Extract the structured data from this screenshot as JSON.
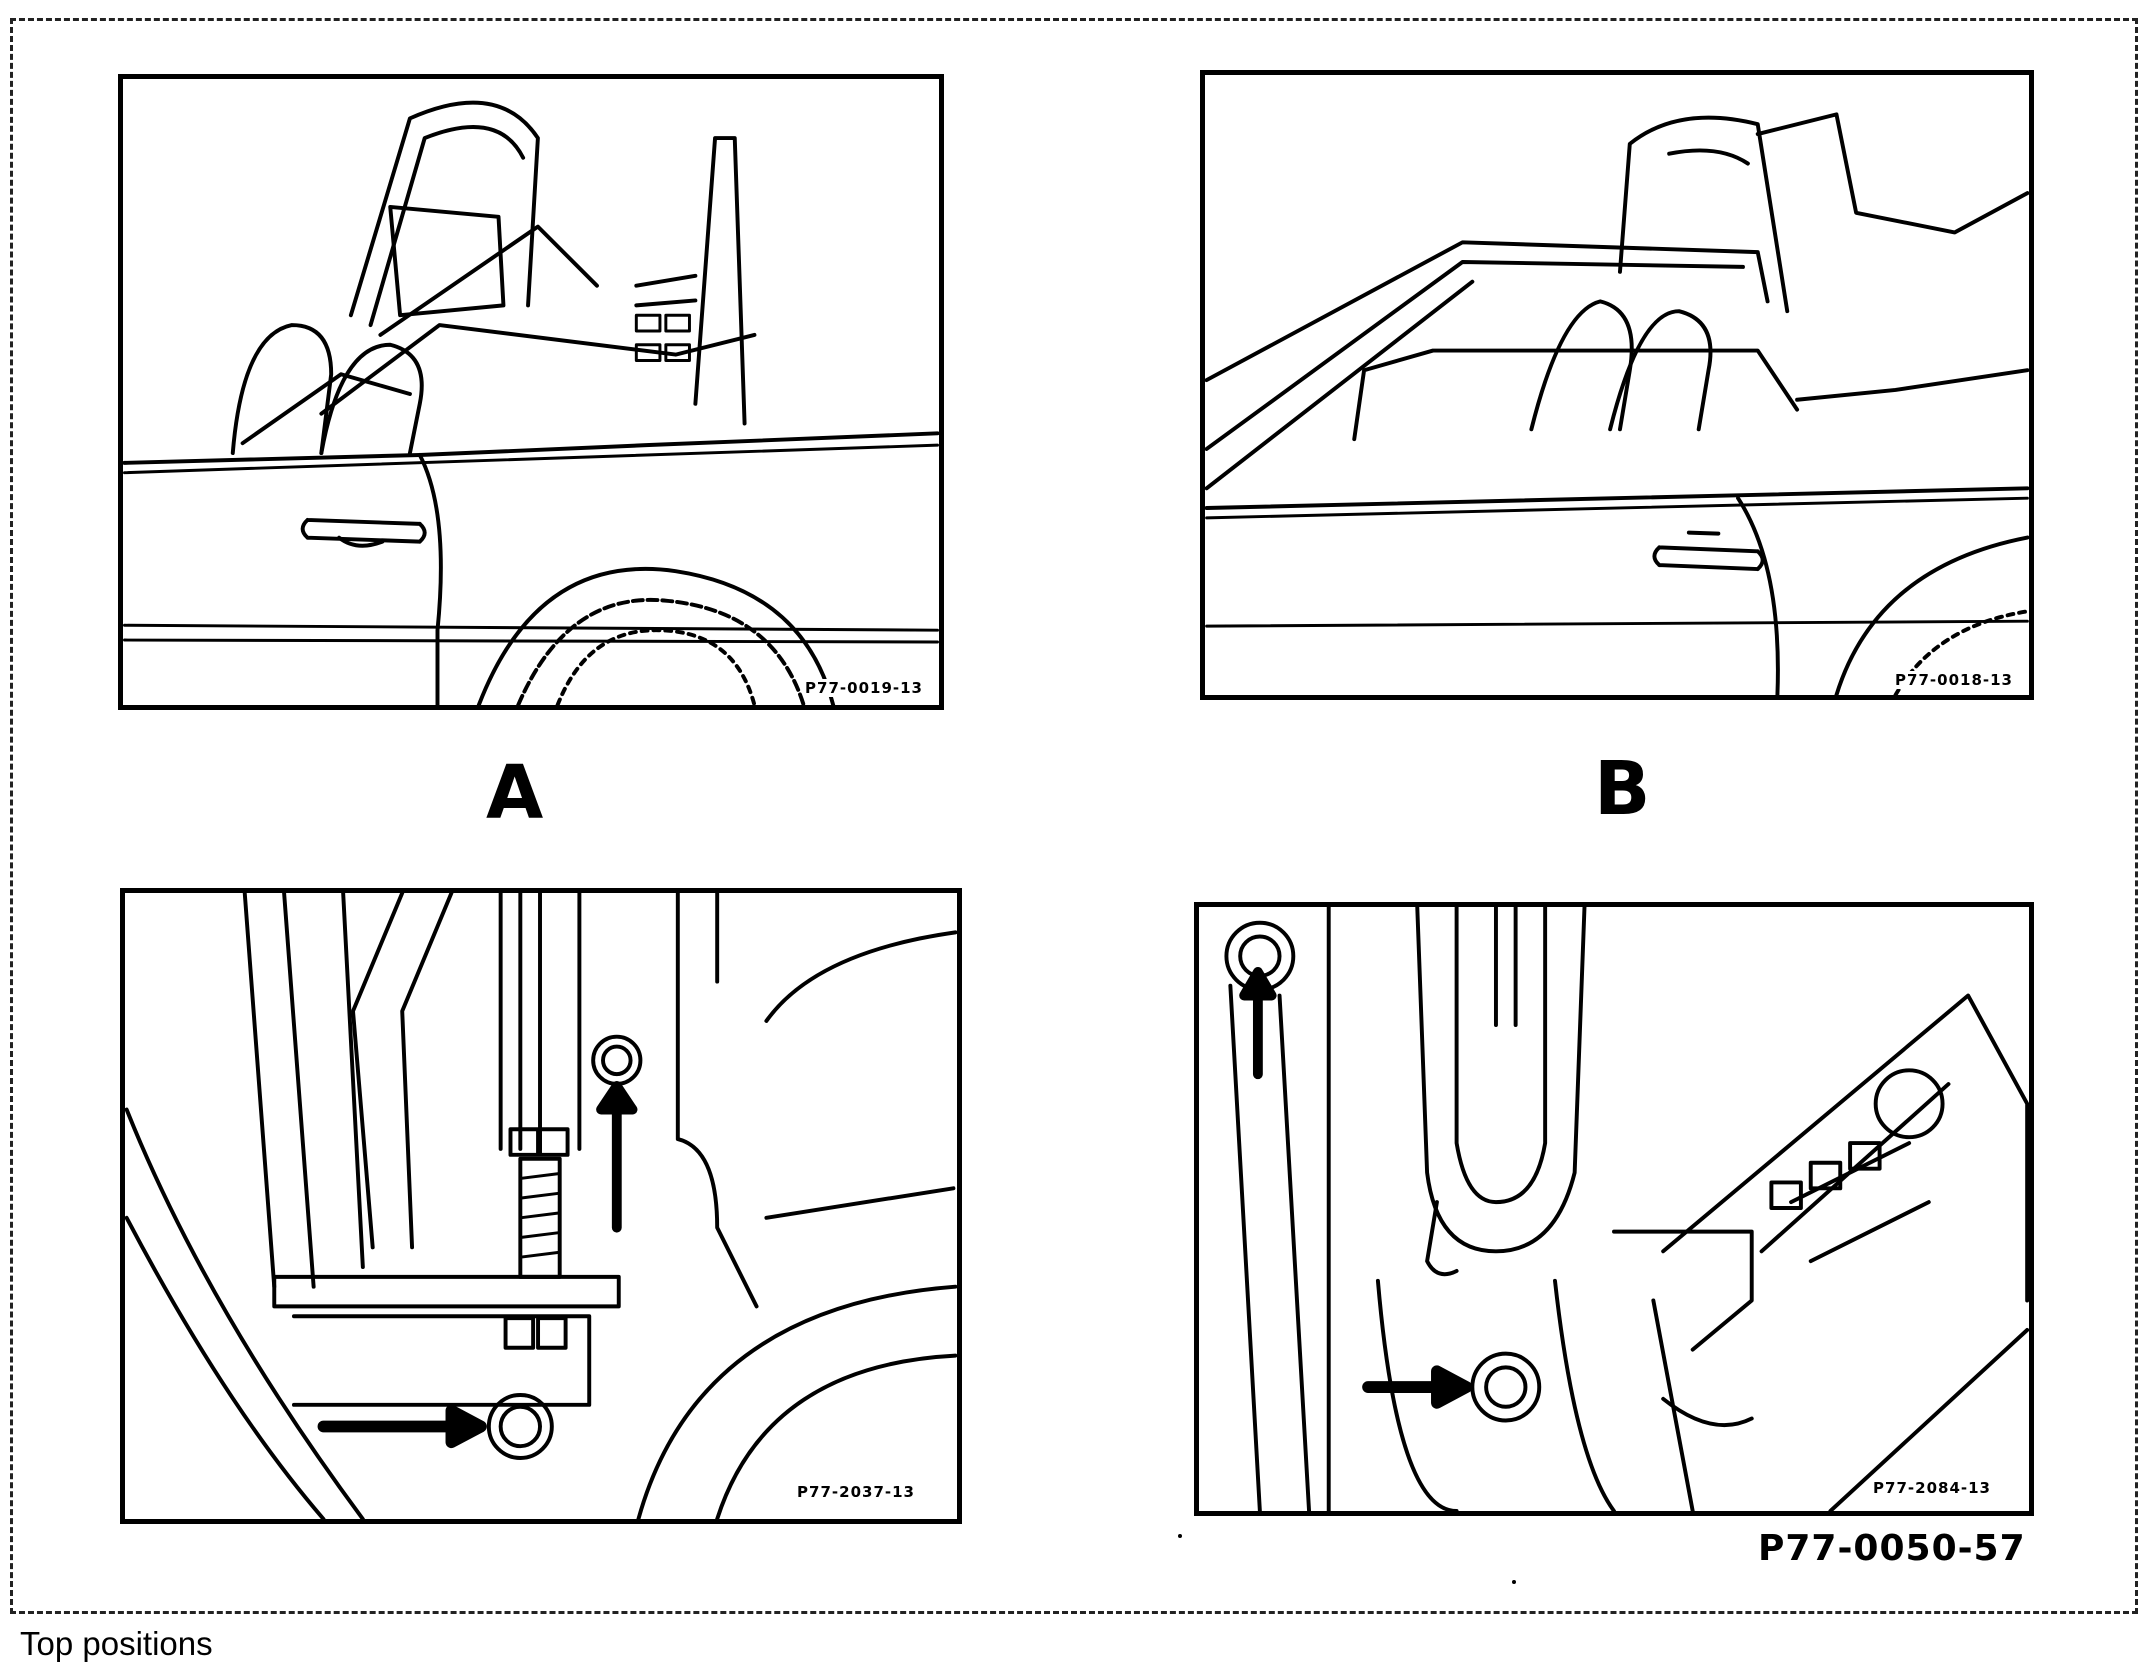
{
  "figure": {
    "panels": [
      {
        "letter": "A",
        "code": "P77-0019-13"
      },
      {
        "letter": "B",
        "code": "P77-0018-13"
      },
      {
        "code": "P77-2037-13"
      },
      {
        "code": "P77-2084-13"
      }
    ],
    "figure_code": "P77-0050-57"
  },
  "caption": "Top positions"
}
